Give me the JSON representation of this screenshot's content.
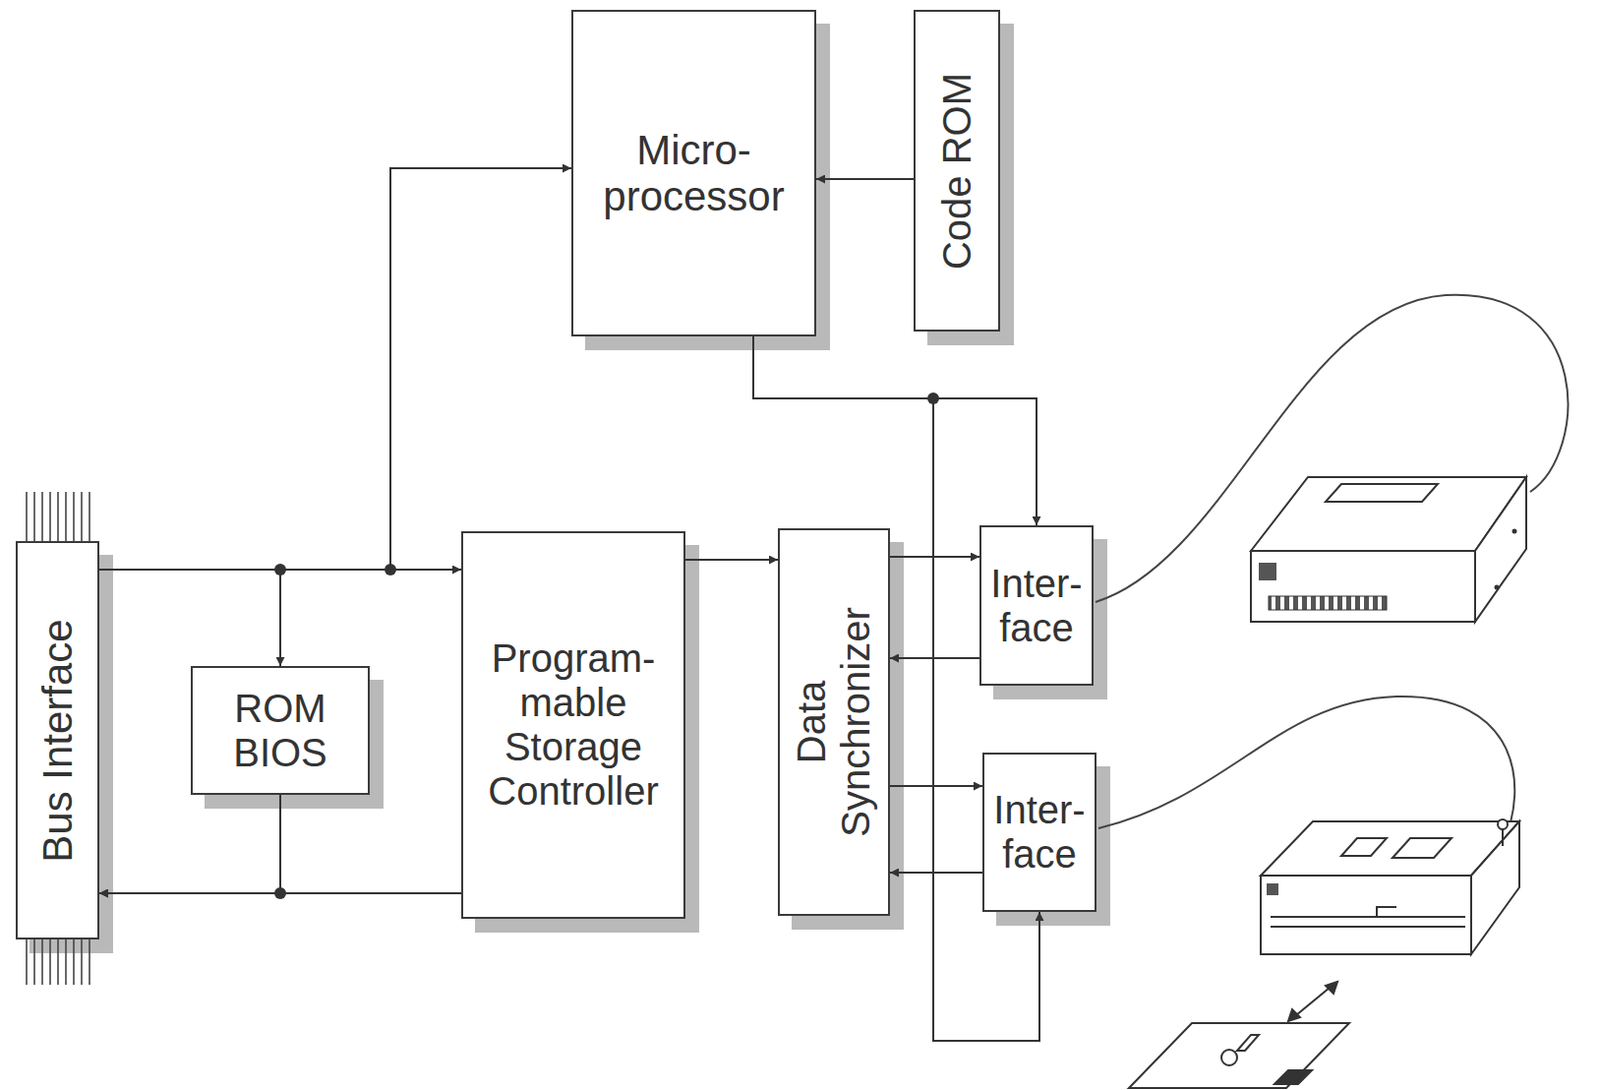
{
  "diagram": {
    "nodes": [
      {
        "text": [
          "Micro- processor"
        ]
      },
      {
        "text": [
          "Code ROM"
        ]
      },
      {
        "text": [
          "Bus Interface"
        ]
      },
      {
        "text": [
          "ROM BIOS"
        ]
      },
      {
        "text": [
          "Program- mable Storage Controller"
        ]
      },
      {
        "text": [
          "Data Synchronizer"
        ]
      },
      {
        "text": [
          "Inter- face"
        ]
      },
      {
        "text": [
          "Inter- face"
        ]
      }
    ],
    "edges": [
      {
        "from": 1,
        "to": 0,
        "arrow": "to"
      },
      {
        "from": 2,
        "to": 0,
        "arrow": "to"
      },
      {
        "from": 2,
        "to": 3,
        "arrow": "to"
      },
      {
        "from": 2,
        "to": 4,
        "arrow": "to"
      },
      {
        "from": 3,
        "to": 2,
        "arrow": "to"
      },
      {
        "from": 4,
        "to": 2,
        "arrow": "to"
      },
      {
        "from": 4,
        "to": 5,
        "arrow": "to"
      },
      {
        "from": 5,
        "to": 6,
        "arrow": "to"
      },
      {
        "from": 6,
        "to": 5,
        "arrow": "to"
      },
      {
        "from": 5,
        "to": 7,
        "arrow": "to"
      },
      {
        "from": 7,
        "to": 5,
        "arrow": "to"
      },
      {
        "from": 0,
        "to": 6,
        "arrow": "to"
      },
      {
        "from": 0,
        "to": 7,
        "arrow": "to"
      }
    ]
  }
}
